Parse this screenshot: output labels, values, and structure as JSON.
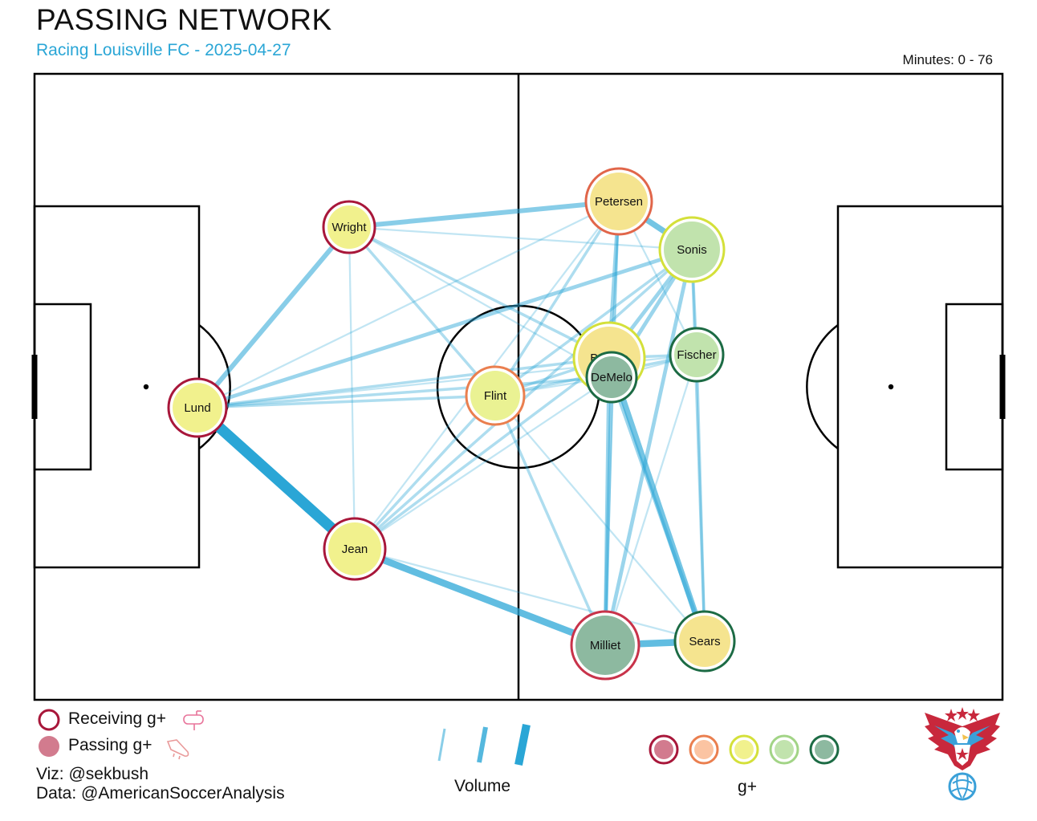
{
  "header": {
    "title": "PASSING NETWORK",
    "subtitle": "Racing Louisville FC - 2025-04-27",
    "minutes": "Minutes: 0 - 76"
  },
  "colors": {
    "gplus_scale": [
      "#d27b8e",
      "#fbc4a2",
      "#f1f18d",
      "#c1e3ad",
      "#8db9a0"
    ],
    "gplus_ring_scale": [
      "#a8173a",
      "#ea7f4f",
      "#d4e03a",
      "#a2d486",
      "#1c6b44"
    ],
    "pass_line": "#2aa6d6",
    "pitch_line": "#000000"
  },
  "players": [
    {
      "id": "lund",
      "name": "Lund",
      "size": 36,
      "fill": "#f1f18d",
      "ring": "#a8173a"
    },
    {
      "id": "wright",
      "name": "Wright",
      "size": 32,
      "fill": "#f1f18d",
      "ring": "#a8173a"
    },
    {
      "id": "jean",
      "name": "Jean",
      "size": 38,
      "fill": "#f1f18d",
      "ring": "#a8173a"
    },
    {
      "id": "flint",
      "name": "Flint",
      "size": 36,
      "fill": "#eaf293",
      "ring": "#ea7f4f"
    },
    {
      "id": "petersen",
      "name": "Petersen",
      "size": 41,
      "fill": "#f5e48f",
      "ring": "#e1664a"
    },
    {
      "id": "sonis",
      "name": "Sonis",
      "size": 40,
      "fill": "#c1e3ad",
      "ring": "#d4e03a"
    },
    {
      "id": "borges",
      "name": "Borges",
      "size": 44,
      "fill": "#f5e48f",
      "ring": "#d4e03a"
    },
    {
      "id": "fischer",
      "name": "Fischer",
      "size": 33,
      "fill": "#c1e3ad",
      "ring": "#1c6b44"
    },
    {
      "id": "demelo",
      "name": "DeMelo",
      "size": 31,
      "fill": "#8db9a0",
      "ring": "#1c6b44"
    },
    {
      "id": "milliet",
      "name": "Milliet",
      "size": 42,
      "fill": "#8db9a0",
      "ring": "#c8334a"
    },
    {
      "id": "sears",
      "name": "Sears",
      "size": 37,
      "fill": "#f5e48f",
      "ring": "#1c6b44"
    }
  ],
  "passes": [
    {
      "from": "lund",
      "to": "jean",
      "volume": 10
    },
    {
      "from": "lund",
      "to": "wright",
      "volume": 4
    },
    {
      "from": "lund",
      "to": "flint",
      "volume": 2
    },
    {
      "from": "lund",
      "to": "borges",
      "volume": 2
    },
    {
      "from": "lund",
      "to": "sonis",
      "volume": 3
    },
    {
      "from": "lund",
      "to": "demelo",
      "volume": 2
    },
    {
      "from": "lund",
      "to": "petersen",
      "volume": 1
    },
    {
      "from": "lund",
      "to": "fischer",
      "volume": 1
    },
    {
      "from": "wright",
      "to": "petersen",
      "volume": 4
    },
    {
      "from": "wright",
      "to": "flint",
      "volume": 2
    },
    {
      "from": "wright",
      "to": "borges",
      "volume": 2
    },
    {
      "from": "wright",
      "to": "jean",
      "volume": 1
    },
    {
      "from": "wright",
      "to": "sonis",
      "volume": 1
    },
    {
      "from": "wright",
      "to": "demelo",
      "volume": 1
    },
    {
      "from": "jean",
      "to": "milliet",
      "volume": 6
    },
    {
      "from": "jean",
      "to": "flint",
      "volume": 2
    },
    {
      "from": "jean",
      "to": "borges",
      "volume": 2
    },
    {
      "from": "jean",
      "to": "sonis",
      "volume": 2
    },
    {
      "from": "jean",
      "to": "demelo",
      "volume": 1
    },
    {
      "from": "jean",
      "to": "petersen",
      "volume": 1
    },
    {
      "from": "jean",
      "to": "sears",
      "volume": 1
    },
    {
      "from": "flint",
      "to": "borges",
      "volume": 2
    },
    {
      "from": "flint",
      "to": "sonis",
      "volume": 2
    },
    {
      "from": "flint",
      "to": "petersen",
      "volume": 2
    },
    {
      "from": "flint",
      "to": "fischer",
      "volume": 2
    },
    {
      "from": "flint",
      "to": "milliet",
      "volume": 2
    },
    {
      "from": "flint",
      "to": "demelo",
      "volume": 1
    },
    {
      "from": "flint",
      "to": "sears",
      "volume": 1
    },
    {
      "from": "petersen",
      "to": "sonis",
      "volume": 5
    },
    {
      "from": "petersen",
      "to": "borges",
      "volume": 3
    },
    {
      "from": "petersen",
      "to": "demelo",
      "volume": 2
    },
    {
      "from": "petersen",
      "to": "fischer",
      "volume": 1
    },
    {
      "from": "petersen",
      "to": "milliet",
      "volume": 1
    },
    {
      "from": "sonis",
      "to": "borges",
      "volume": 3
    },
    {
      "from": "sonis",
      "to": "fischer",
      "volume": 2
    },
    {
      "from": "sonis",
      "to": "milliet",
      "volume": 3
    },
    {
      "from": "sonis",
      "to": "sears",
      "volume": 2
    },
    {
      "from": "sonis",
      "to": "demelo",
      "volume": 3
    },
    {
      "from": "borges",
      "to": "fischer",
      "volume": 2
    },
    {
      "from": "borges",
      "to": "milliet",
      "volume": 3
    },
    {
      "from": "borges",
      "to": "sears",
      "volume": 5
    },
    {
      "from": "demelo",
      "to": "milliet",
      "volume": 3
    },
    {
      "from": "demelo",
      "to": "sears",
      "volume": 3
    },
    {
      "from": "demelo",
      "to": "fischer",
      "volume": 1
    },
    {
      "from": "fischer",
      "to": "sears",
      "volume": 2
    },
    {
      "from": "fischer",
      "to": "milliet",
      "volume": 1
    },
    {
      "from": "milliet",
      "to": "sears",
      "volume": 6
    }
  ],
  "legend": {
    "receiving_label": "Receiving g+",
    "passing_label": "Passing g+",
    "receiving_icon": "mailbox-icon",
    "passing_icon": "cleat-icon",
    "volume_label": "Volume",
    "gplus_label": "g+"
  },
  "credits": {
    "viz": "Viz: @sekbush",
    "data": "Data: @AmericanSoccerAnalysis"
  },
  "logo": {
    "icon": "eagle-soccer-logo",
    "colors": [
      "#c8283c",
      "#3aa0d8"
    ]
  }
}
